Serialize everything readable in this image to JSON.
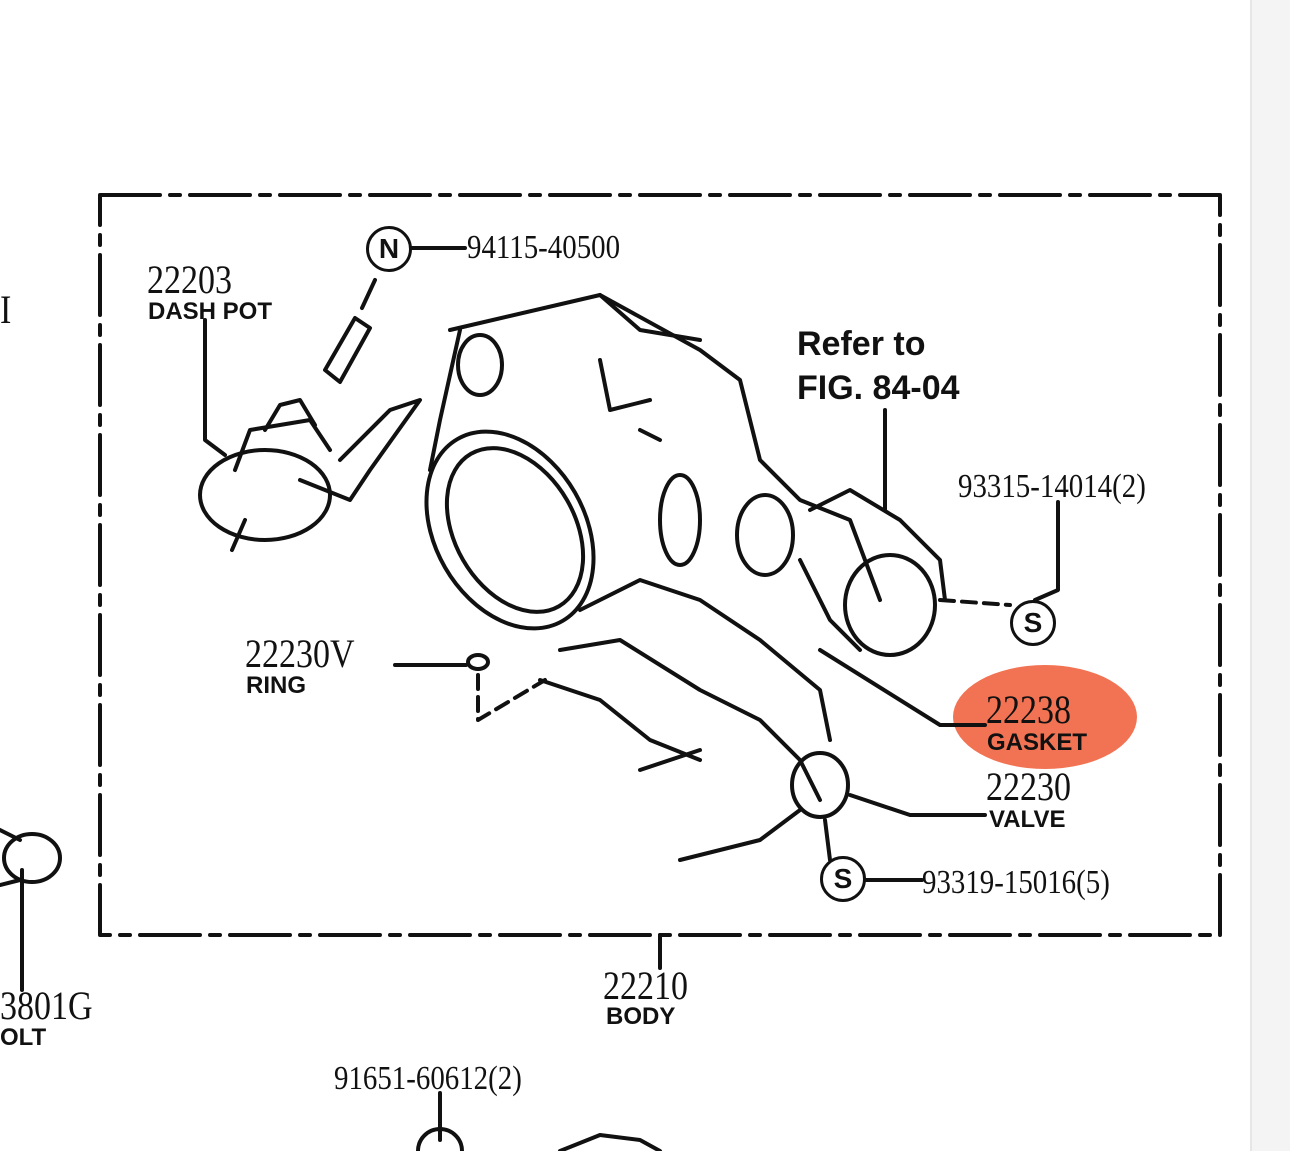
{
  "colors": {
    "ink": "#111111",
    "highlight": "#f05a35"
  },
  "parts": {
    "dash_pot": {
      "number": "22203",
      "name": "DASH POT"
    },
    "n_bolt": {
      "symbol": "N",
      "number": "94115-40500"
    },
    "refer": {
      "line1": "Refer to",
      "line2": "FIG. 84-04"
    },
    "screw_top": {
      "number": "93315-14014(2)"
    },
    "ring": {
      "number": "22230V",
      "name": "RING"
    },
    "gasket": {
      "number": "22238",
      "name": "GASKET"
    },
    "valve": {
      "number": "22230",
      "name": "VALVE"
    },
    "screw_bottom": {
      "number": "93319-15016(5)"
    },
    "body": {
      "number": "22210",
      "name": "BODY"
    },
    "bolt_left": {
      "number": "3801G",
      "name": "OLT"
    },
    "bottom_part": {
      "number": "91651-60612(2)"
    },
    "left_edge_char": "I"
  },
  "symbols": {
    "s": "S"
  }
}
